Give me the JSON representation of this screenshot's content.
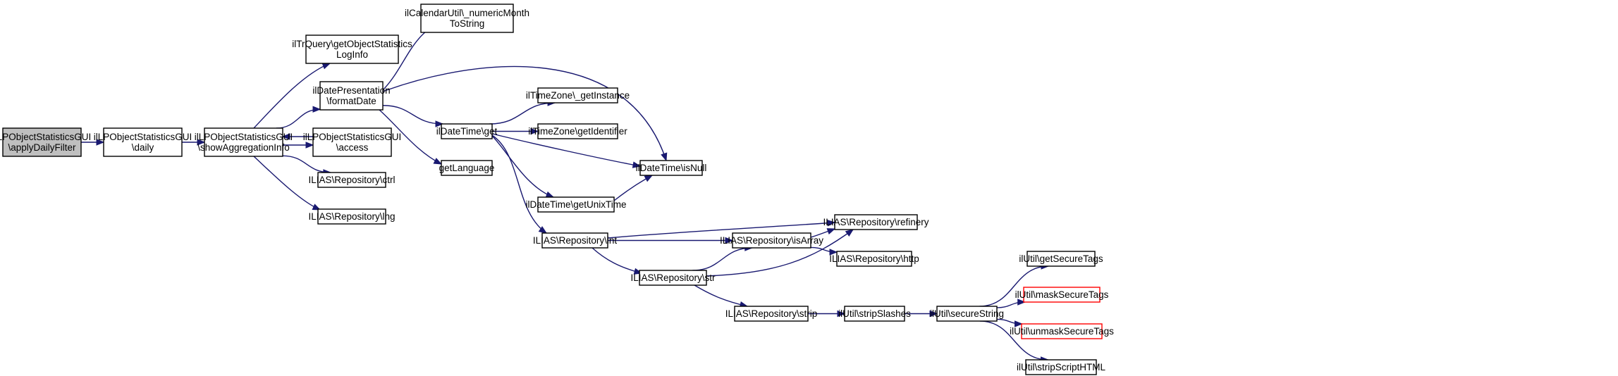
{
  "palette": {
    "edge": "#191970",
    "default_border": "#000000",
    "truncated_border": "#ff0000",
    "root_fill": "#bfbfbf",
    "node_fill": "#ffffff"
  },
  "nodes": [
    {
      "id": "apply",
      "lines": [
        "ilLPObjectStatisticsGUI",
        "\\applyDailyFilter"
      ],
      "style": "root"
    },
    {
      "id": "daily",
      "lines": [
        "ilLPObjectStatisticsGUI",
        "\\daily"
      ],
      "style": "normal"
    },
    {
      "id": "showAgg",
      "lines": [
        "ilLPObjectStatisticsGUI",
        "\\showAggregationInfo"
      ],
      "style": "normal"
    },
    {
      "id": "trquery",
      "lines": [
        "ilTrQuery\\getObjectStatistics",
        "LogInfo"
      ],
      "style": "normal"
    },
    {
      "id": "datepres",
      "lines": [
        "ilDatePresentation",
        "\\formatDate"
      ],
      "style": "normal"
    },
    {
      "id": "access",
      "lines": [
        "ilLPObjectStatisticsGUI",
        "\\access"
      ],
      "style": "normal"
    },
    {
      "id": "ctrl",
      "lines": [
        "ILIAS\\Repository\\ctrl"
      ],
      "style": "normal"
    },
    {
      "id": "lng",
      "lines": [
        "ILIAS\\Repository\\lng"
      ],
      "style": "normal"
    },
    {
      "id": "calutil",
      "lines": [
        "ilCalendarUtil\\_numericMonth",
        "ToString"
      ],
      "style": "normal"
    },
    {
      "id": "dtget",
      "lines": [
        "ilDateTime\\get"
      ],
      "style": "normal"
    },
    {
      "id": "getlang",
      "lines": [
        "getLanguage"
      ],
      "style": "normal"
    },
    {
      "id": "tzinst",
      "lines": [
        "ilTimeZone\\_getInstance"
      ],
      "style": "normal"
    },
    {
      "id": "tzid",
      "lines": [
        "ilTimeZone\\getIdentifier"
      ],
      "style": "normal"
    },
    {
      "id": "isnull",
      "lines": [
        "ilDateTime\\isNull"
      ],
      "style": "normal"
    },
    {
      "id": "unixtime",
      "lines": [
        "ilDateTime\\getUnixTime"
      ],
      "style": "normal"
    },
    {
      "id": "int",
      "lines": [
        "ILIAS\\Repository\\int"
      ],
      "style": "normal"
    },
    {
      "id": "str",
      "lines": [
        "ILIAS\\Repository\\str"
      ],
      "style": "normal"
    },
    {
      "id": "isarray",
      "lines": [
        "ILIAS\\Repository\\isArray"
      ],
      "style": "normal"
    },
    {
      "id": "refinery",
      "lines": [
        "ILIAS\\Repository\\refinery"
      ],
      "style": "normal"
    },
    {
      "id": "http",
      "lines": [
        "ILIAS\\Repository\\http"
      ],
      "style": "normal"
    },
    {
      "id": "strip",
      "lines": [
        "ILIAS\\Repository\\strip"
      ],
      "style": "normal"
    },
    {
      "id": "stripslashes",
      "lines": [
        "ilUtil\\stripSlashes"
      ],
      "style": "normal"
    },
    {
      "id": "securestring",
      "lines": [
        "ilUtil\\secureString"
      ],
      "style": "normal"
    },
    {
      "id": "getsecure",
      "lines": [
        "ilUtil\\getSecureTags"
      ],
      "style": "normal"
    },
    {
      "id": "masksecure",
      "lines": [
        "ilUtil\\maskSecureTags"
      ],
      "style": "truncated"
    },
    {
      "id": "unmasksecure",
      "lines": [
        "ilUtil\\unmaskSecureTags"
      ],
      "style": "truncated"
    },
    {
      "id": "stripscript",
      "lines": [
        "ilUtil\\stripScriptHTML"
      ],
      "style": "normal"
    }
  ],
  "edges": [
    {
      "from": "apply",
      "to": "daily"
    },
    {
      "from": "daily",
      "to": "showAgg"
    },
    {
      "from": "showAgg",
      "to": "trquery"
    },
    {
      "from": "showAgg",
      "to": "datepres"
    },
    {
      "from": "showAgg",
      "to": "access"
    },
    {
      "from": "access",
      "to": "showAgg"
    },
    {
      "from": "showAgg",
      "to": "ctrl"
    },
    {
      "from": "showAgg",
      "to": "lng"
    },
    {
      "from": "datepres",
      "to": "calutil"
    },
    {
      "from": "datepres",
      "to": "isnull"
    },
    {
      "from": "datepres",
      "to": "dtget"
    },
    {
      "from": "datepres",
      "to": "getlang"
    },
    {
      "from": "dtget",
      "to": "tzinst"
    },
    {
      "from": "dtget",
      "to": "tzid"
    },
    {
      "from": "dtget",
      "to": "isnull"
    },
    {
      "from": "dtget",
      "to": "unixtime"
    },
    {
      "from": "dtget",
      "to": "int"
    },
    {
      "from": "unixtime",
      "to": "isnull"
    },
    {
      "from": "int",
      "to": "refinery"
    },
    {
      "from": "int",
      "to": "isarray"
    },
    {
      "from": "int",
      "to": "str"
    },
    {
      "from": "str",
      "to": "isarray"
    },
    {
      "from": "str",
      "to": "refinery"
    },
    {
      "from": "str",
      "to": "strip"
    },
    {
      "from": "isarray",
      "to": "refinery"
    },
    {
      "from": "isarray",
      "to": "http"
    },
    {
      "from": "strip",
      "to": "stripslashes"
    },
    {
      "from": "stripslashes",
      "to": "securestring"
    },
    {
      "from": "securestring",
      "to": "getsecure"
    },
    {
      "from": "securestring",
      "to": "masksecure"
    },
    {
      "from": "securestring",
      "to": "unmasksecure"
    },
    {
      "from": "securestring",
      "to": "stripscript"
    }
  ]
}
